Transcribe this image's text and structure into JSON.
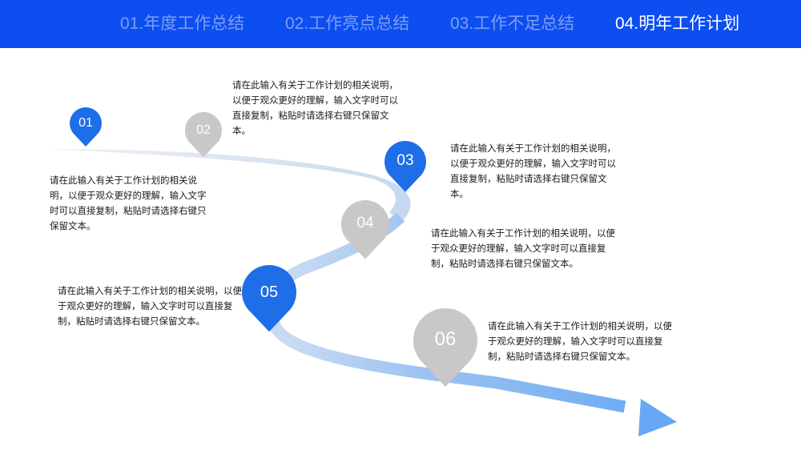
{
  "nav": {
    "tabs": [
      {
        "label": "01.年度工作总结"
      },
      {
        "label": "02.工作亮点总结"
      },
      {
        "label": "03.工作不足总结"
      },
      {
        "label": "04.明年工作计划"
      }
    ],
    "active_index": 3
  },
  "colors": {
    "nav_bg": "#0d4ef0",
    "pin_blue": "#1e6ee8",
    "pin_gray": "#c8c8c8",
    "arrow_blue": "#66a8f4"
  },
  "steps": [
    {
      "number": "01",
      "pin_color": "blue",
      "text": "请在此输入有关于工作计划的相关说明，以便于观众更好的理解，输入文字时可以直接复制，粘贴时请选择右键只保留文本。"
    },
    {
      "number": "02",
      "pin_color": "gray",
      "text": "请在此输入有关于工作计划的相关说明，以便于观众更好的理解，输入文字时可以直接复制，粘贴时请选择右键只保留文本。"
    },
    {
      "number": "03",
      "pin_color": "blue",
      "text": "请在此输入有关于工作计划的相关说明，以便于观众更好的理解，输入文字时可以直接复制，粘贴时请选择右键只保留文本。"
    },
    {
      "number": "04",
      "pin_color": "gray",
      "text": "请在此输入有关于工作计划的相关说明，以便于观众更好的理解，输入文字时可以直接复制，粘贴时请选择右键只保留文本。"
    },
    {
      "number": "05",
      "pin_color": "blue",
      "text": "请在此输入有关于工作计划的相关说明，以便于观众更好的理解，输入文字时可以直接复制，粘贴时请选择右键只保留文本。"
    },
    {
      "number": "06",
      "pin_color": "gray",
      "text": "请在此输入有关于工作计划的相关说明，以便于观众更好的理解，输入文字时可以直接复制，粘贴时请选择右键只保留文本。"
    }
  ]
}
